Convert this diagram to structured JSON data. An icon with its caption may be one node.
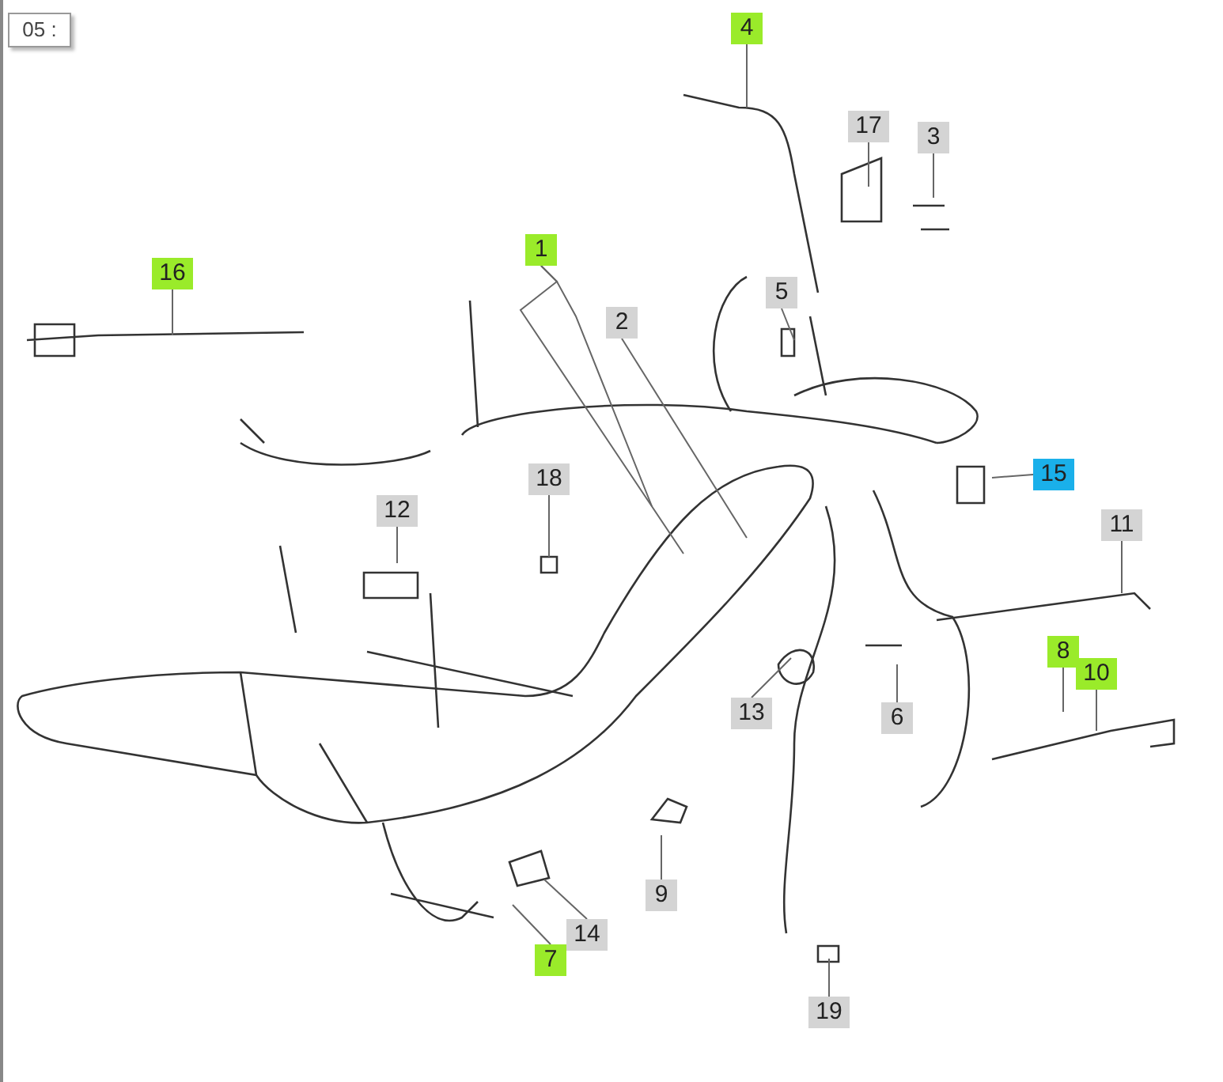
{
  "diagram": {
    "nodes": [
      {
        "text": [
          "4"
        ]
      },
      {
        "text": [
          "17"
        ]
      },
      {
        "text": [
          "3"
        ]
      },
      {
        "text": [
          "16"
        ]
      },
      {
        "text": [
          "1"
        ]
      },
      {
        "text": [
          "2"
        ]
      },
      {
        "text": [
          "5"
        ]
      },
      {
        "text": [
          "15"
        ]
      },
      {
        "text": [
          "18"
        ]
      },
      {
        "text": [
          "12"
        ]
      },
      {
        "text": [
          "11"
        ]
      },
      {
        "text": [
          "8"
        ]
      },
      {
        "text": [
          "10"
        ]
      },
      {
        "text": [
          "13"
        ]
      },
      {
        "text": [
          "6"
        ]
      },
      {
        "text": [
          "9"
        ]
      },
      {
        "text": [
          "14"
        ]
      },
      {
        "text": [
          "7"
        ]
      },
      {
        "text": [
          "19"
        ]
      }
    ],
    "edges": [
      {
        "from": 0,
        "to": null,
        "arrow": "none"
      },
      {
        "from": 1,
        "to": null,
        "arrow": "none"
      },
      {
        "from": 2,
        "to": null,
        "arrow": "none"
      },
      {
        "from": 3,
        "to": null,
        "arrow": "none"
      },
      {
        "from": 4,
        "to": null,
        "arrow": "none"
      },
      {
        "from": 4,
        "to": null,
        "arrow": "none"
      },
      {
        "from": 5,
        "to": null,
        "arrow": "none"
      },
      {
        "from": 6,
        "to": null,
        "arrow": "none"
      },
      {
        "from": 7,
        "to": null,
        "arrow": "none"
      },
      {
        "from": 8,
        "to": null,
        "arrow": "none"
      },
      {
        "from": 9,
        "to": null,
        "arrow": "none"
      },
      {
        "from": 10,
        "to": null,
        "arrow": "none"
      },
      {
        "from": 11,
        "to": null,
        "arrow": "none"
      },
      {
        "from": 12,
        "to": null,
        "arrow": "none"
      },
      {
        "from": 13,
        "to": null,
        "arrow": "none"
      },
      {
        "from": 14,
        "to": null,
        "arrow": "none"
      },
      {
        "from": 15,
        "to": null,
        "arrow": "none"
      },
      {
        "from": 16,
        "to": null,
        "arrow": "none"
      },
      {
        "from": 17,
        "to": null,
        "arrow": "none"
      },
      {
        "from": 18,
        "to": null,
        "arrow": "none"
      }
    ],
    "labels": [
      "05 :"
    ]
  }
}
